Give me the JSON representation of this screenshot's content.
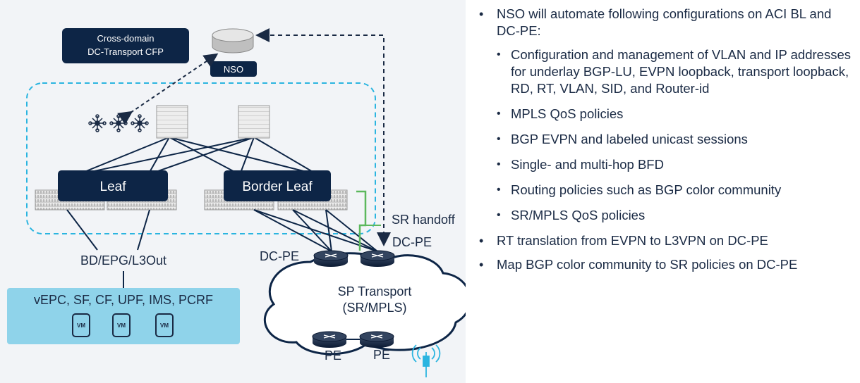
{
  "orchestrator": {
    "cfp_label_line1": "Cross-domain",
    "cfp_label_line2": "DC-Transport CFP",
    "nso_label": "NSO"
  },
  "fabric": {
    "leaf_label": "Leaf",
    "border_leaf_label": "Border Leaf",
    "bd_label": "BD/EPG/L3Out",
    "sr_handoff_label": "SR handoff"
  },
  "workloads": {
    "title": "vEPC, SF, CF, UPF, IMS, PCRF",
    "vm_labels": [
      "VM",
      "VM",
      "VM"
    ]
  },
  "transport": {
    "dcpe_left_label": "DC-PE",
    "dcpe_right_label": "DC-PE",
    "cloud_line1": "SP Transport",
    "cloud_line2": "(SR/MPLS)",
    "pe_left_label": "PE",
    "pe_right_label": "PE"
  },
  "bullets": [
    {
      "text": "NSO will automate following configurations on ACI BL and DC-PE:",
      "sub": [
        "Configuration and management of VLAN and IP addresses for underlay BGP-LU, EVPN loopback, transport loopback, RD, RT, VLAN, SID, and Router-id",
        "MPLS QoS policies",
        "BGP EVPN and labeled unicast sessions",
        "Single- and  multi-hop BFD",
        "Routing policies such as BGP color community",
        "SR/MPLS QoS policies"
      ]
    },
    {
      "text": "RT translation from EVPN to L3VPN on DC-PE",
      "sub": []
    },
    {
      "text": "Map BGP color community to SR policies on DC-PE",
      "sub": []
    }
  ],
  "colors": {
    "navy": "#0d2546",
    "cyan_dash": "#2bb5e0",
    "workload_bg": "#8fd3ea",
    "handoff_green": "#5cb85c"
  }
}
